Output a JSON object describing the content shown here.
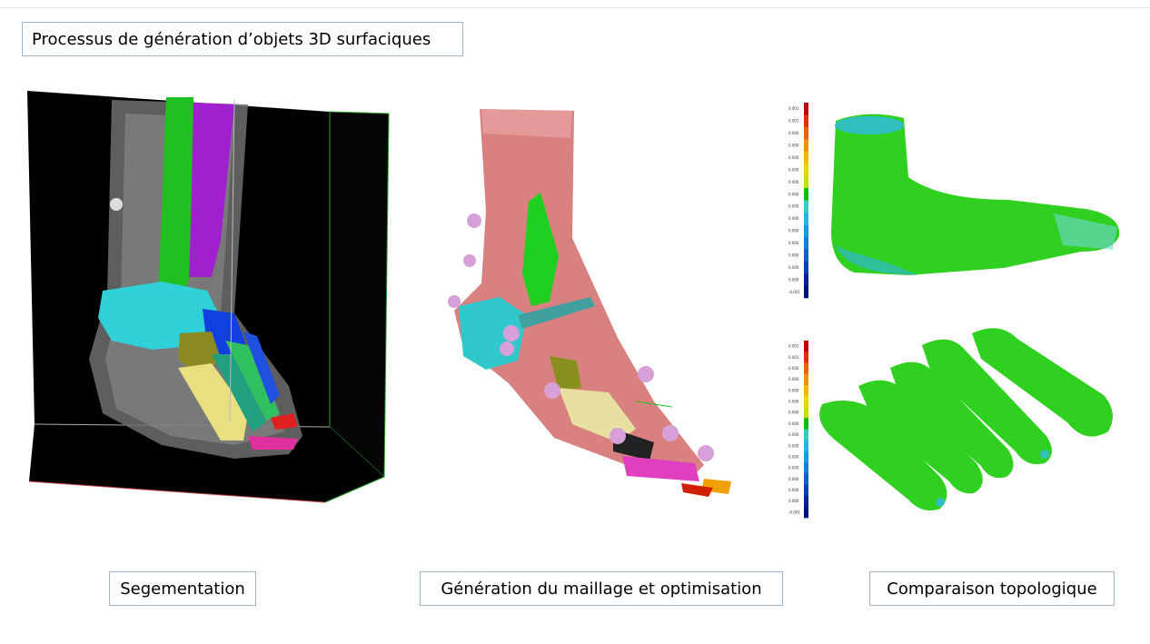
{
  "title": "Processus de génération d’objets 3D surfaciques",
  "captions": {
    "segmentation": "Segementation",
    "meshing": "Génération du maillage et optimisation",
    "comparison": "Comparaison topologique"
  },
  "colorbar": {
    "ticks": [
      "0.001",
      "0.001",
      "0.000",
      "0.000",
      "0.000",
      "0.000",
      "0.000",
      "0.000",
      "0.000",
      "0.000",
      "0.000",
      "0.000",
      "0.000",
      "0.000",
      "0.000",
      "-0.001"
    ],
    "colors": [
      "#c00000",
      "#e03000",
      "#f06000",
      "#f59000",
      "#f5b800",
      "#e8d800",
      "#c8e000",
      "#00c000",
      "#30d0c0",
      "#20b8e0",
      "#10a0e0",
      "#1080e0",
      "#1060d0",
      "#0040c0",
      "#0020a0",
      "#001080"
    ]
  }
}
